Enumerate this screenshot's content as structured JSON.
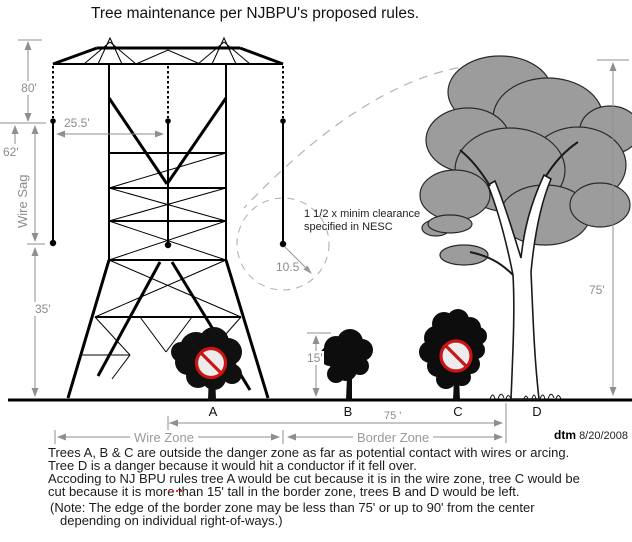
{
  "title": "Tree maintenance per NJBPU's proposed rules.",
  "dimensions": {
    "tower_top": "80'",
    "wire_attach_height": "62'",
    "wire_sag_label": "Wire Sag",
    "conductor_spacing": "25.5'",
    "ground_clearance": "35'",
    "border_tree_limit": "15'",
    "nesc_clearance_radius": "10.5",
    "tree_d_height": "75'",
    "border_zone_width": "75 '"
  },
  "zones": {
    "wire_zone": "Wire Zone",
    "border_zone": "Border Zone"
  },
  "clearance_note": {
    "line1": "1 1/2 x minim clearance",
    "line2": "specified in NESC"
  },
  "tree_labels": {
    "a": "A",
    "b": "B",
    "c": "C",
    "d": "D"
  },
  "signature": {
    "initials": "dtm",
    "date": "8/20/2008"
  },
  "body_text": {
    "lines": [
      "Trees A, B & C are outside the danger zone as far as potential contact with wires or arcing.",
      "Tree D is a danger because it would hit a conductor if it fell over.",
      "Accoding to NJ BPU rules tree A would be cut because it is in the wire zone, tree C would be",
      "cut because it is more than 15' tall in the border zone, trees B and D would be left."
    ],
    "note_lines": [
      "(Note: The edge of the border zone may be less than 75' or up to 90' from the center",
      "depending on individual right-of-ways.)"
    ]
  },
  "colors": {
    "prohibition_red": "#cc1414",
    "dimension_gray": "#8f8f8f",
    "canopy_gray": "#9c9c9c"
  }
}
